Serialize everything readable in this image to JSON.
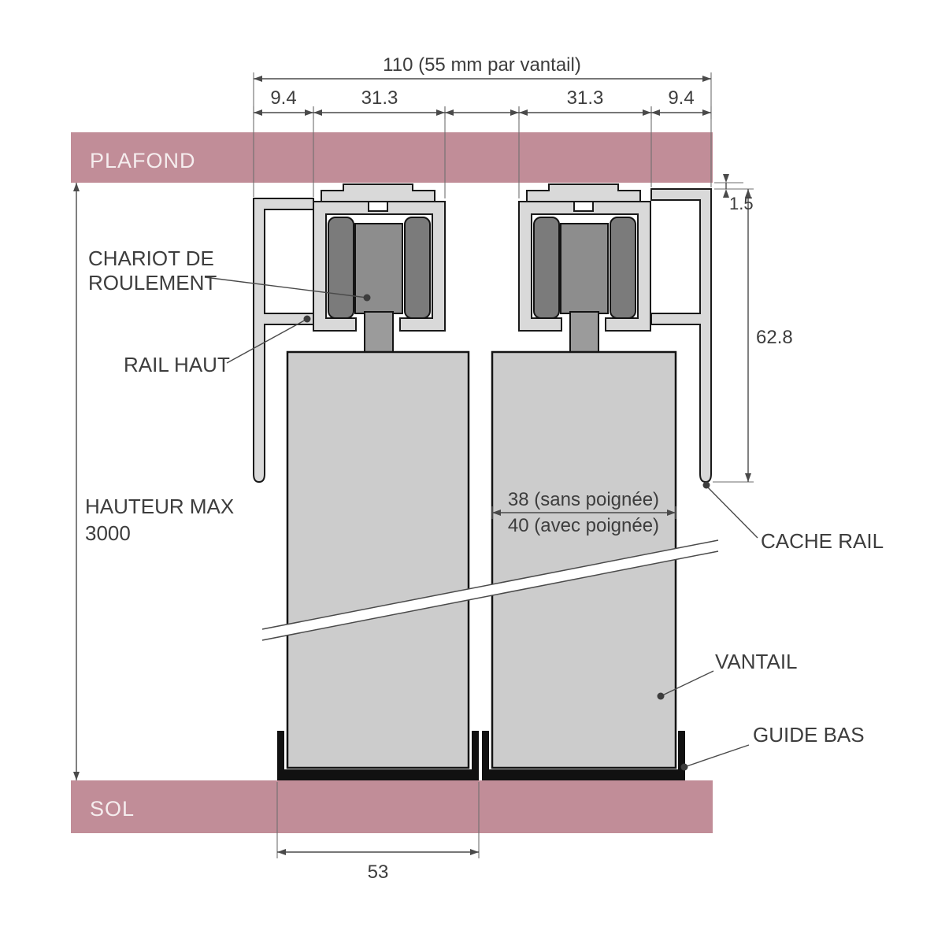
{
  "bands": {
    "ceiling_label": "PLAFOND",
    "floor_label": "SOL"
  },
  "dims": {
    "total_top": "110 (55 mm par vantail)",
    "cover_left": "9.4",
    "rail_left": "31.3",
    "rail_right": "31.3",
    "cover_right": "9.4",
    "ceiling_gap": "1.5",
    "rail_height": "62.8",
    "thickness_no_handle": "38 (sans poignée)",
    "thickness_handle": "40 (avec poignée)",
    "bottom_guide_width": "53",
    "max_height_line1": "HAUTEUR MAX",
    "max_height_line2": "3000"
  },
  "labels": {
    "carriage_line1": "CHARIOT DE",
    "carriage_line2": "ROULEMENT",
    "top_rail": "RAIL HAUT",
    "rail_cover": "CACHE RAIL",
    "door_panel": "VANTAIL",
    "bottom_guide": "GUIDE BAS"
  },
  "colors": {
    "band": "#c18d98",
    "band_text": "#f5edee",
    "line": "#4a4a4a",
    "panel_fill": "#cccccc",
    "profile_fill": "#d9d9d9",
    "wheel_fill": "#7b7b7b",
    "guide_fill": "#111111"
  }
}
